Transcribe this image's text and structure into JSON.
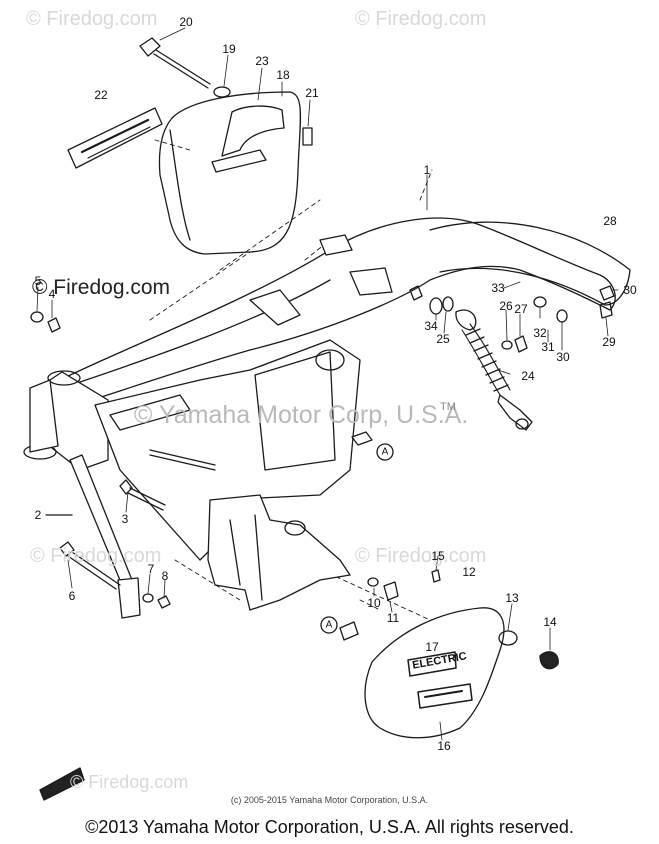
{
  "watermarks": {
    "top_left": "© Firedog.com",
    "top_right": "© Firedog.com",
    "mid_left": "© Firedog.com",
    "bottom_left": "© Firedog.com",
    "bottom_right": "© Firedog.com",
    "bottom_center": "© Firedog.com",
    "corp": "© Yamaha Motor Corp, U.S.A."
  },
  "trademark": "TM",
  "panel_labels": {
    "electric": "ELECTRIC"
  },
  "callouts": {
    "c1": "1",
    "c2": "2",
    "c3": "3",
    "c4": "4",
    "c5": "5",
    "c6": "6",
    "c7": "7",
    "c8": "8",
    "c10": "10",
    "c11": "11",
    "c12": "12",
    "c13": "13",
    "c14": "14",
    "c15": "15",
    "c16": "16",
    "c17": "17",
    "c18": "18",
    "c19": "19",
    "c20": "20",
    "c21": "21",
    "c22": "22",
    "c23": "23",
    "c24": "24",
    "c25": "25",
    "c26": "26",
    "c27": "27",
    "c28": "28",
    "c29": "29",
    "c30a": "30",
    "c30b": "30",
    "c31": "31",
    "c32": "32",
    "c33": "33",
    "c34": "34",
    "refA1": "A",
    "refA2": "A"
  },
  "footer": {
    "small": "(c) 2005-2015 Yamaha Motor Corporation, U.S.A.",
    "main": "©2013 Yamaha Motor Corporation, U.S.A. All rights reserved."
  },
  "colors": {
    "line": "#1a1a1a",
    "watermark": "#d8d8d8",
    "background": "#ffffff"
  }
}
